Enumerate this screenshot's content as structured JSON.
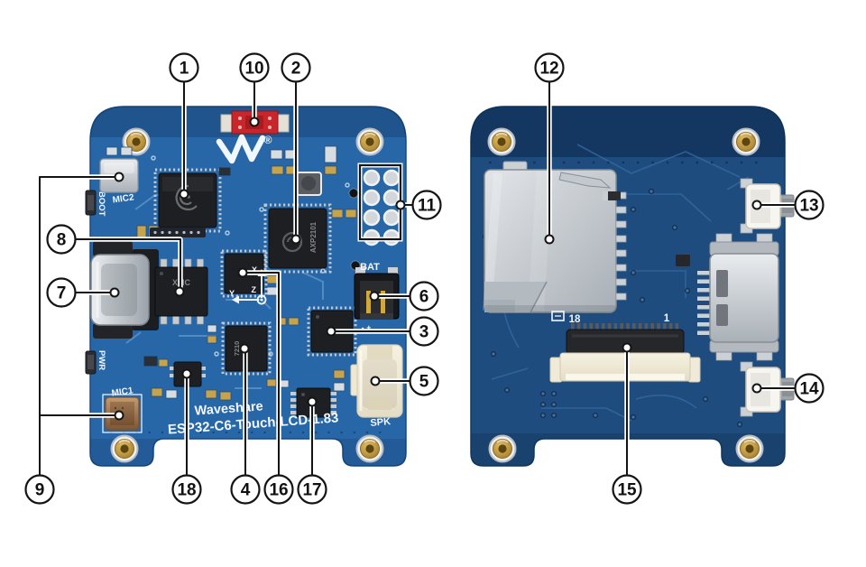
{
  "colors": {
    "page_bg": "#ffffff",
    "board_front": "#2767a8",
    "board_back": "#1e4c7e",
    "silkscreen": "#f2f7fc",
    "chip_black": "#1e1f22",
    "led_red": "#c9262c",
    "cream": "#efe8d3",
    "annotation": "#141414"
  },
  "board_front": {
    "silkscreen": {
      "boot_label": "BOOT",
      "mic2_label": "MIC2",
      "pwr_label": "PWR",
      "mic1_label": "MIC1",
      "bat_label": "BAT",
      "bat_polarity": "- +",
      "spk_label": "SPK",
      "brand_line": "Waveshare",
      "model_line": "ESP32-C6-Touch-LCD-1.83",
      "axis_x": "X",
      "axis_y": "Y",
      "axis_z": "Z",
      "registered_mark": "®"
    },
    "chip_markings": {
      "pmic": "AXP2101",
      "flash": "XMC",
      "charger": "7210"
    }
  },
  "board_back": {
    "silkscreen": {
      "fpc_pin18_label": "18",
      "fpc_pin1_label": "1"
    }
  },
  "callouts": [
    {
      "label": "1"
    },
    {
      "label": "2"
    },
    {
      "label": "3"
    },
    {
      "label": "4"
    },
    {
      "label": "5"
    },
    {
      "label": "6"
    },
    {
      "label": "7"
    },
    {
      "label": "8"
    },
    {
      "label": "9"
    },
    {
      "label": "10"
    },
    {
      "label": "11"
    },
    {
      "label": "12"
    },
    {
      "label": "13"
    },
    {
      "label": "14"
    },
    {
      "label": "15"
    },
    {
      "label": "16"
    },
    {
      "label": "17"
    },
    {
      "label": "18"
    }
  ]
}
